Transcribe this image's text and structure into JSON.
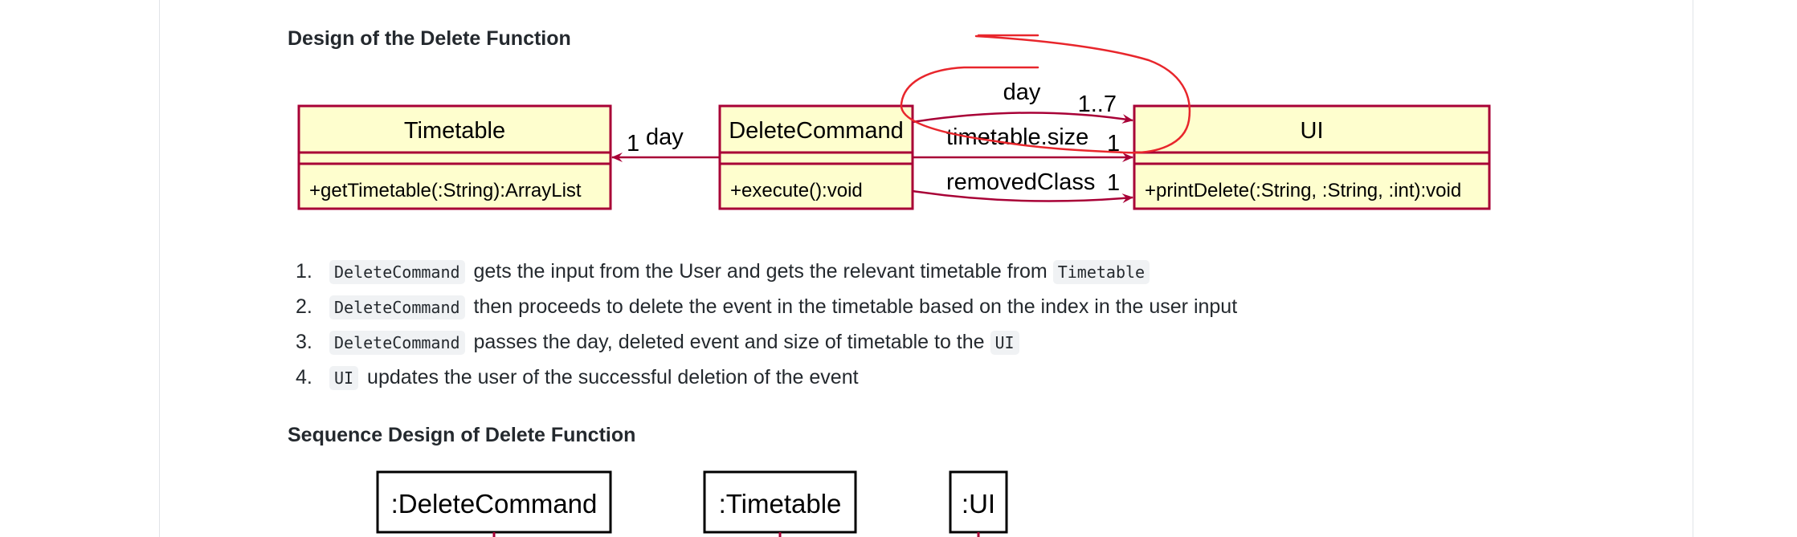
{
  "headings": {
    "delete_design": "Design of the Delete Function",
    "sequence_design": "Sequence Design of Delete Function"
  },
  "class_diagram": {
    "classes": {
      "timetable": {
        "name": "Timetable",
        "method": "+getTimetable(:String):ArrayList"
      },
      "delete_command": {
        "name": "DeleteCommand",
        "method": "+execute():void"
      },
      "ui": {
        "name": "UI",
        "method": "+printDelete(:String, :String, :int):void"
      }
    },
    "associations": {
      "to_timetable": {
        "multiplicity": "1",
        "label": "day"
      },
      "day": {
        "label": "day",
        "multiplicity": "1..7"
      },
      "timetable_size": {
        "label": "timetable.size",
        "multiplicity": "1"
      },
      "removed_class": {
        "label": "removedClass",
        "multiplicity": "1"
      }
    },
    "colors": {
      "box_fill": "#fefece",
      "border": "#a80036",
      "annotation": "#e8262c"
    }
  },
  "steps": [
    {
      "number": "1.",
      "parts": [
        {
          "code": true,
          "text": "DeleteCommand"
        },
        {
          "code": false,
          "text": "gets the input from the User and gets the relevant timetable from"
        },
        {
          "code": true,
          "text": "Timetable"
        }
      ]
    },
    {
      "number": "2.",
      "parts": [
        {
          "code": true,
          "text": "DeleteCommand"
        },
        {
          "code": false,
          "text": "then proceeds to delete the event in the timetable based on the index in the user input"
        }
      ]
    },
    {
      "number": "3.",
      "parts": [
        {
          "code": true,
          "text": "DeleteCommand"
        },
        {
          "code": false,
          "text": "passes the day, deleted event and size of timetable to the"
        },
        {
          "code": true,
          "text": "UI"
        }
      ]
    },
    {
      "number": "4.",
      "parts": [
        {
          "code": true,
          "text": "UI"
        },
        {
          "code": false,
          "text": "updates the user of the successful deletion of the event"
        }
      ]
    }
  ],
  "sequence_diagram": {
    "participants": [
      ":DeleteCommand",
      ":Timetable",
      ":UI"
    ]
  }
}
